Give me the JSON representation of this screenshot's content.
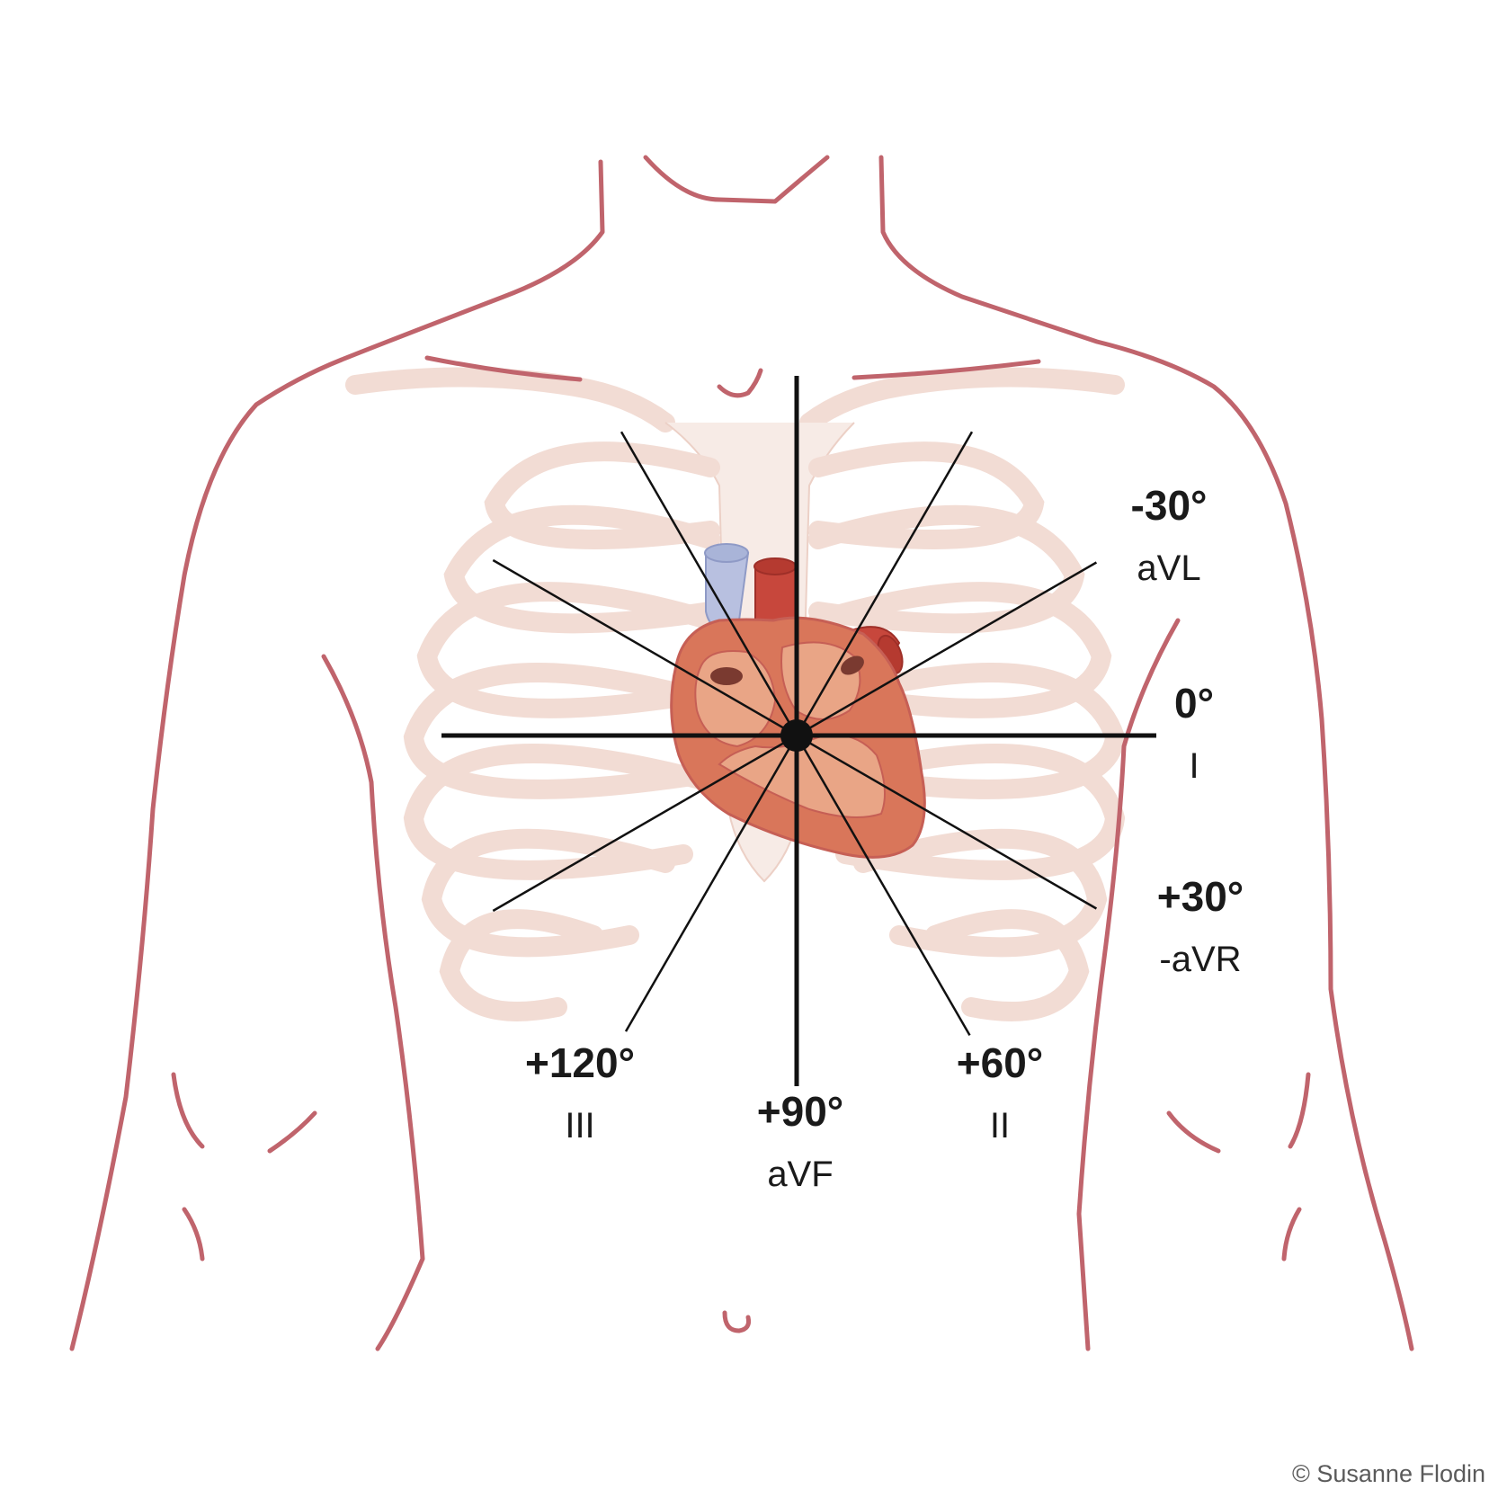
{
  "credit": "© Susanne Flodin",
  "center": "heart",
  "leads": [
    {
      "id": "aVL",
      "angle_deg": -30,
      "degree_label": "-30°",
      "lead_label": "aVL"
    },
    {
      "id": "I",
      "angle_deg": 0,
      "degree_label": "0°",
      "lead_label": "I"
    },
    {
      "id": "-aVR",
      "angle_deg": 30,
      "degree_label": "+30°",
      "lead_label": "-aVR"
    },
    {
      "id": "II",
      "angle_deg": 60,
      "degree_label": "+60°",
      "lead_label": "II"
    },
    {
      "id": "aVF",
      "angle_deg": 90,
      "degree_label": "+90°",
      "lead_label": "aVF"
    },
    {
      "id": "III",
      "angle_deg": 120,
      "degree_label": "+120°",
      "lead_label": "III"
    }
  ],
  "colors": {
    "body_outline": "#c0646c",
    "ribs": "#f2dcd4",
    "axis_lines": "#111111",
    "heart_muscle": "#d9765a",
    "heart_chamber": "#e9a586",
    "vena_cava": "#a9b4d8"
  }
}
